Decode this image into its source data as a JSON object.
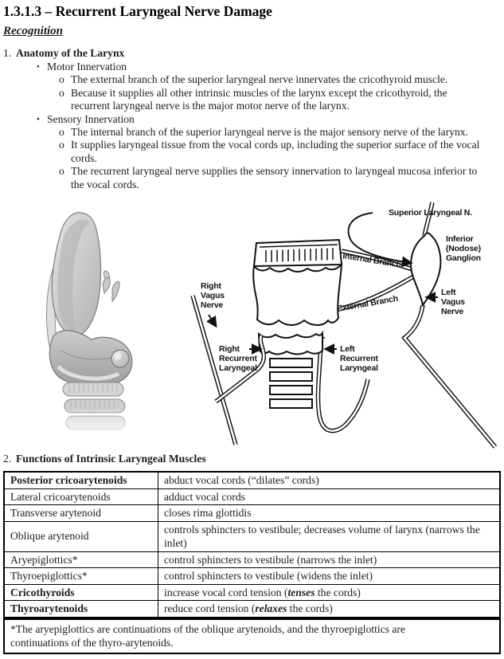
{
  "doc": {
    "title": "1.3.1.3 – Recurrent Laryngeal Nerve Damage",
    "recognition": "Recognition"
  },
  "anatomy": {
    "number": "1.",
    "heading": "Anatomy of the Larynx",
    "bullet_char": "•",
    "sub_marker": "o",
    "motor": {
      "label": "Motor Innervation",
      "subs": [
        {
          "lines": [
            "The external branch of the superior laryngeal nerve innervates the cricothyroid muscle."
          ]
        },
        {
          "lines": [
            "Because it supplies all other intrinsic muscles of the larynx except the cricothyroid, the",
            "recurrent laryngeal nerve is the major motor nerve of the larynx."
          ]
        }
      ]
    },
    "sensory": {
      "label": "Sensory Innervation",
      "subs": [
        {
          "lines": [
            "The internal branch of the superior laryngeal nerve is the major sensory nerve of the larynx."
          ]
        },
        {
          "lines": [
            "It supplies laryngeal tissue from the vocal cords up, including the superior surface of the vocal",
            "cords."
          ]
        },
        {
          "lines": [
            "The recurrent laryngeal nerve supplies the sensory innervation to laryngeal mucosa inferior to",
            "the vocal cords."
          ]
        }
      ]
    }
  },
  "diagram": {
    "labels": {
      "superior": "Superior Laryngeal N.",
      "inferior_ganglion": [
        "Inferior",
        "(Nodose)",
        "Ganglion"
      ],
      "internal_branch": "Internal Branch",
      "external_branch": "External Branch",
      "right_vagus": [
        "Right",
        "Vagus",
        "Nerve"
      ],
      "left_vagus": [
        "Left",
        "Vagus",
        "Nerve"
      ],
      "right_recurrent": [
        "Right",
        "Recurrent",
        "Laryngeal"
      ],
      "left_recurrent": [
        "Left",
        "Recurrent",
        "Laryngeal"
      ]
    },
    "line_color": "#111111"
  },
  "functions": {
    "number": "2.",
    "heading": "Functions of Intrinsic Laryngeal Muscles",
    "rows": [
      {
        "muscle": "Posterior cricoarytenoids",
        "f_pre": "abduct vocal cords (“dilates” cords)"
      },
      {
        "muscle": "Lateral cricoarytenoids",
        "f_pre": "adduct vocal cords"
      },
      {
        "muscle": "Transverse arytenoid",
        "f_pre": "closes rima glottidis"
      },
      {
        "muscle": "Oblique arytenoid",
        "f_pre": "controls sphincters to vestibule; decreases volume of larynx (narrows the inlet)"
      },
      {
        "muscle": "Aryepiglottics*",
        "f_pre": "control sphincters to vestibule (narrows the inlet)"
      },
      {
        "muscle": "Thyroepiglottics*",
        "f_pre": "control sphincters to vestibule (widens the inlet)"
      },
      {
        "muscle": "Cricothyroids",
        "f_pre": "increase vocal cord tension (",
        "f_em": "tenses",
        "f_post": " the cords)"
      },
      {
        "muscle": "Thyroarytenoids",
        "f_pre": "reduce cord tension (",
        "f_em": "relaxes",
        "f_post": " the cords)"
      }
    ],
    "footnote_l1": "*The aryepiglottics are continuations of the oblique arytenoids, and the thyroepiglottics are",
    "footnote_l2": "continuations of the thyro-arytenoids."
  }
}
